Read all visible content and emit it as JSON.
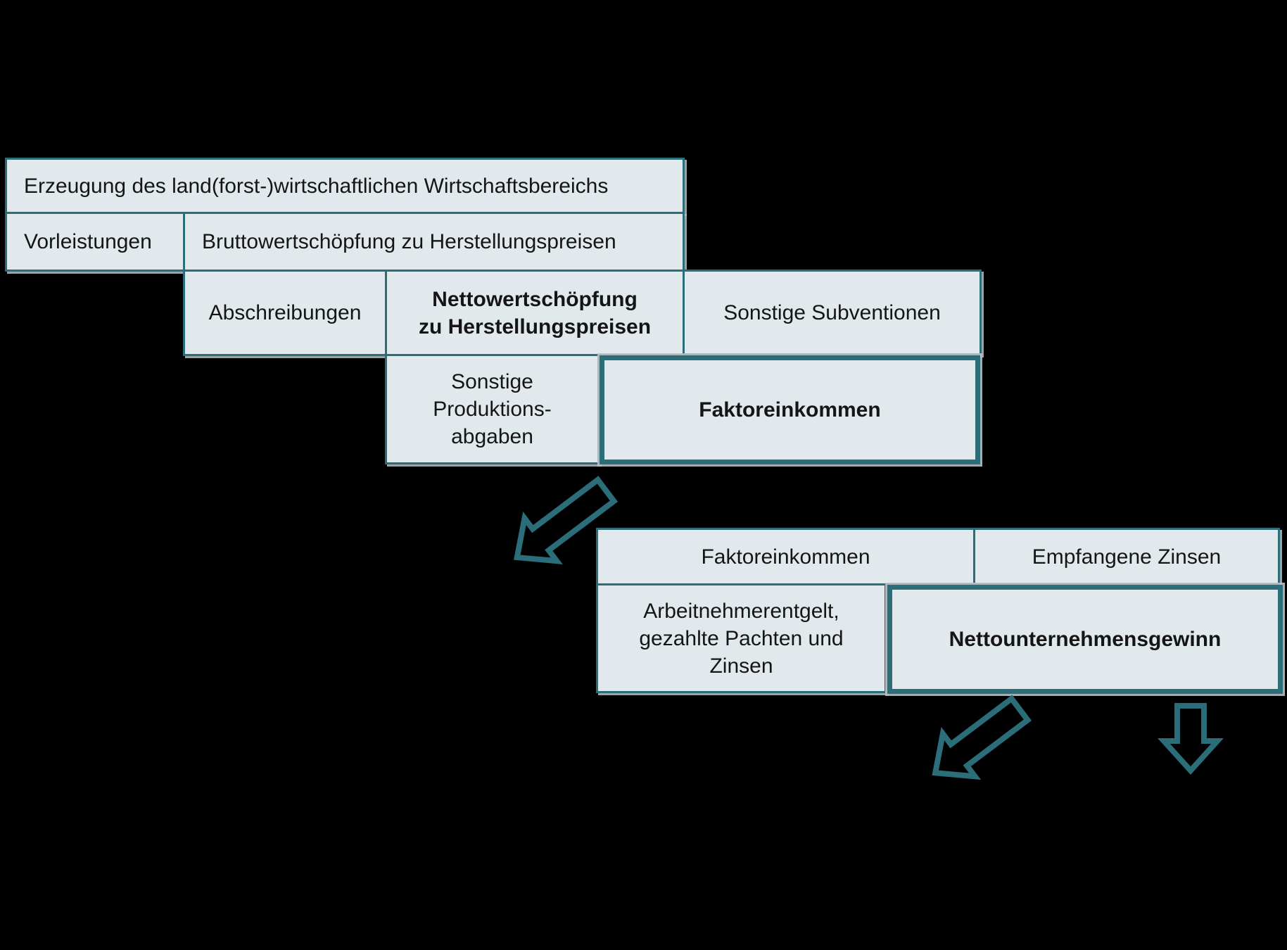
{
  "colors": {
    "background": "#000000",
    "box_fill": "#e2e9ec",
    "border_teal": "#2b6e7a",
    "text": "#151515",
    "halo_gray": "#b7c0c4"
  },
  "diagram": {
    "group1": {
      "erzeugung": "Erzeugung des land(forst-)wirtschaftlichen Wirtschaftsbereichs",
      "vorleistungen": "Vorleistungen",
      "bruttowertschoepfung": "Bruttowertschöpfung zu Herstellungspreisen",
      "abschreibungen": "Abschreibungen",
      "nettowertschoepfung": "Nettowertschöpfung\nzu Herstellungspreisen",
      "sonstige_subventionen": "Sonstige Subventionen",
      "sonstige_produktionsabgaben": "Sonstige\nProduktions-\nabgaben",
      "faktoreinkommen_result": "Faktoreinkommen"
    },
    "group2": {
      "faktoreinkommen": "Faktoreinkommen",
      "empfangene_zinsen": "Empfangene Zinsen",
      "arbeitnehmerentgelt": "Arbeitnehmerentgelt,\ngezahlte Pachten und\nZinsen",
      "nettounternehmensgewinn": "Nettounternehmensgewinn"
    },
    "icons": {
      "arrow1": "arrow-down-left",
      "arrow2": "arrow-down-left",
      "arrow3": "arrow-down"
    }
  }
}
